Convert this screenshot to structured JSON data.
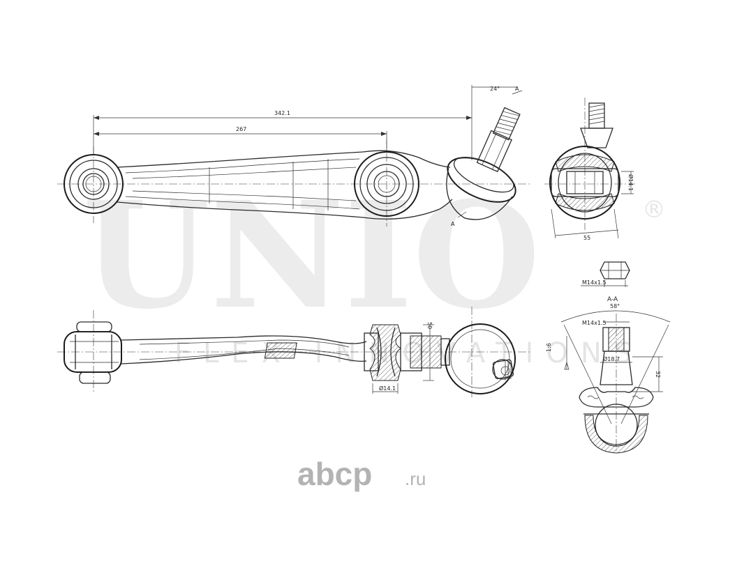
{
  "watermark": {
    "brand": "UNIO",
    "registered": "®",
    "tagline": "FLEX INNOVATIONS"
  },
  "site_logo": {
    "name": "abcp",
    "suffix": ".ru",
    "color": "#b3b3b3"
  },
  "top_view": {
    "dim_total": "342.1",
    "dim_inner": "267",
    "angle": "24°",
    "section_mark_top": "A",
    "section_mark_bottom": "A"
  },
  "side_view": {
    "dim_height": "50",
    "dim_diameter": "Ø14.1"
  },
  "bushing_view": {
    "dim_diameter": "Ø14.1",
    "dim_width": "55"
  },
  "nut_view": {
    "thread": "M14x1.5"
  },
  "section_view": {
    "title": "A-A",
    "cone_angle": "58°",
    "thread": "M14x1.5",
    "taper": "1:6",
    "diameter": "Ø18.7",
    "height": "32"
  },
  "colors": {
    "line": "#2a2a2a",
    "watermark": "#ececec",
    "logo": "#b3b3b3"
  }
}
